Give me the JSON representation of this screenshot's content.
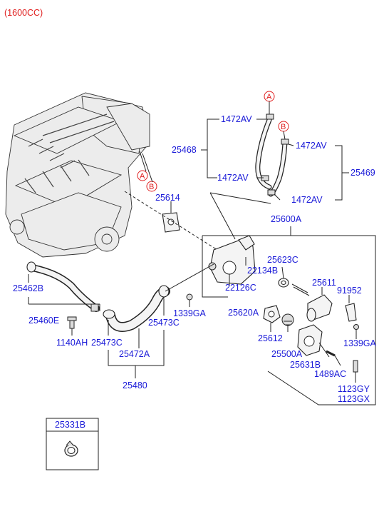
{
  "title": "(1600CC)",
  "ref_letters": {
    "a": "A",
    "b": "B"
  },
  "colors": {
    "label": "#1a1ad8",
    "title": "#e02020",
    "line": "#222222"
  },
  "parts": {
    "p1472av_1": "1472AV",
    "p25468": "25468",
    "p1472av_2": "1472AV",
    "p1472av_3": "1472AV",
    "p25469": "25469",
    "p1472av_4": "1472AV",
    "p25614": "25614",
    "p25600a": "25600A",
    "p25623c": "25623C",
    "p22134b": "22134B",
    "p25611": "25611",
    "p91952": "91952",
    "p22126c": "22126C",
    "p25620a": "25620A",
    "p1339ga_1": "1339GA",
    "p1339ga_2": "1339GA",
    "p25612": "25612",
    "p25500a": "25500A",
    "p25631b": "25631B",
    "p1489ac": "1489AC",
    "p1123gy": "1123GY",
    "p1123gx": "1123GX",
    "p25462b": "25462B",
    "p25460e": "25460E",
    "p1140ah": "1140AH",
    "p25473c_1": "25473C",
    "p25473c_2": "25473C",
    "p25472a": "25472A",
    "p25480": "25480",
    "p25331b": "25331B"
  }
}
